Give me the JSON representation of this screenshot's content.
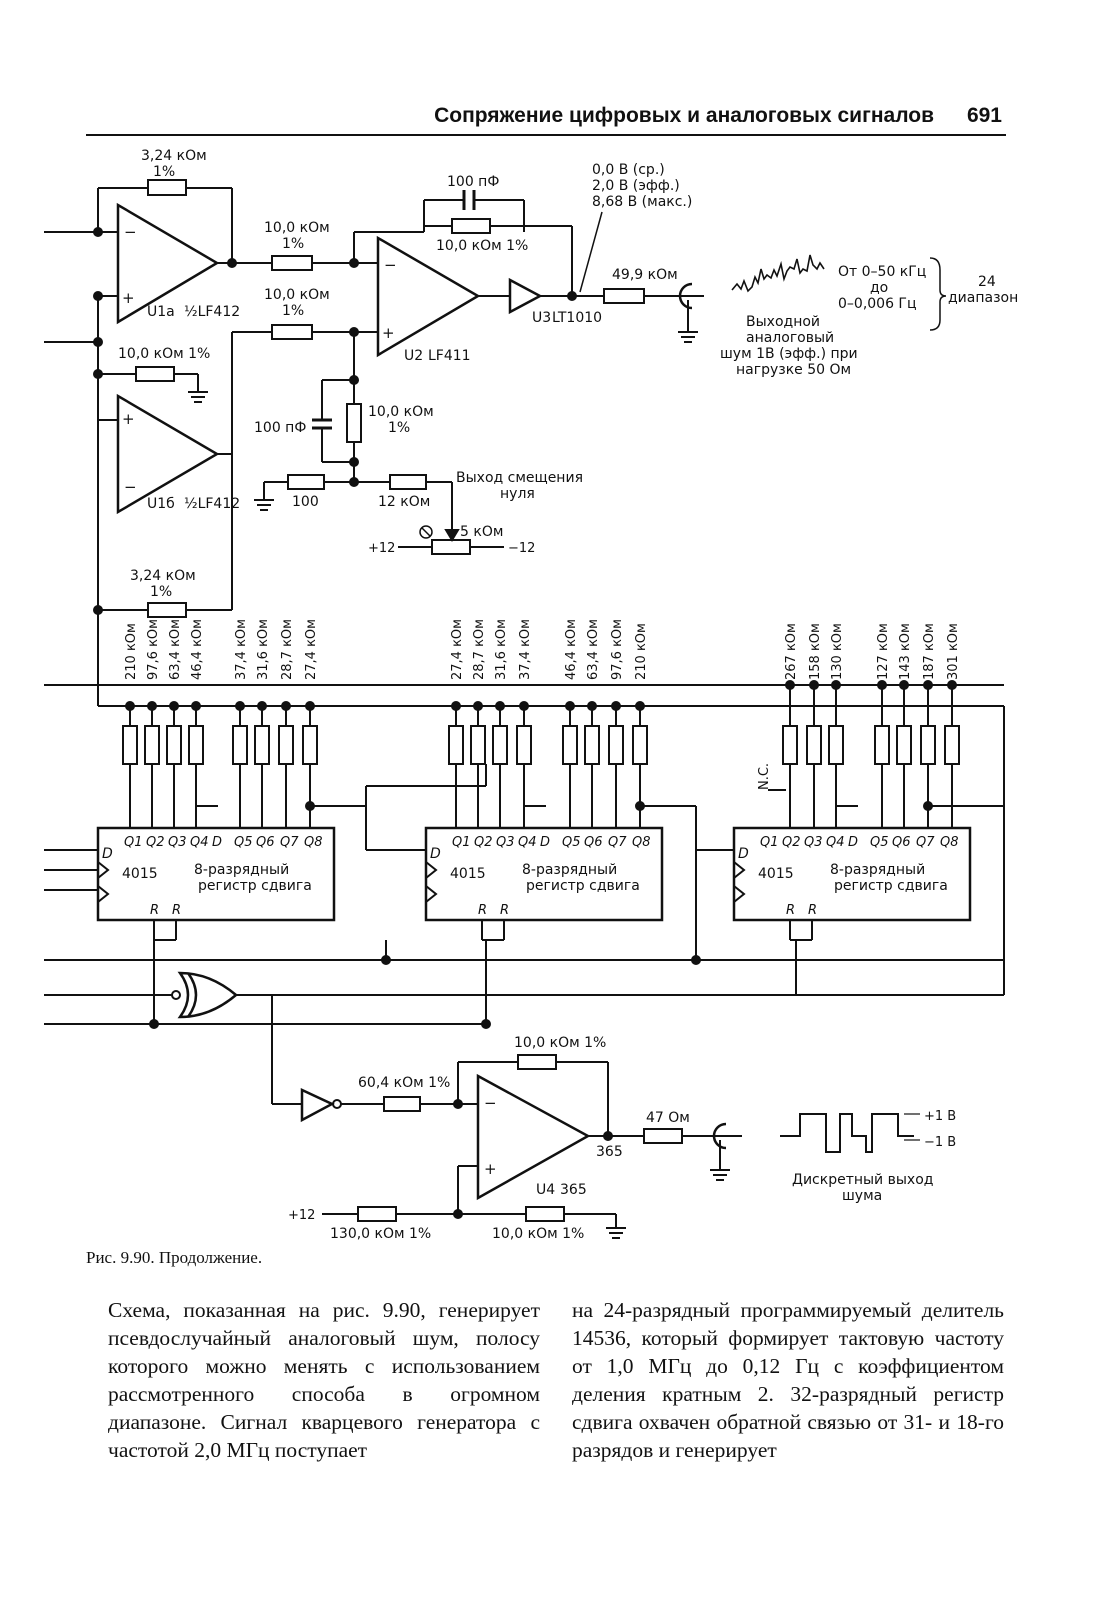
{
  "header": {
    "title": "Сопряжение цифровых и аналоговых сигналов",
    "page_number": "691"
  },
  "schematic": {
    "opamps": {
      "u1a": {
        "ref": "U1a",
        "part": "½LF412"
      },
      "u1b": {
        "ref": "U1б",
        "part": "½LF412"
      },
      "u2": {
        "ref": "U2",
        "part": "LF411"
      },
      "u3": {
        "ref": "U3",
        "part": "LT1010"
      },
      "u4": {
        "ref": "U4",
        "part": "365"
      }
    },
    "resistors": {
      "r_fb_top": [
        "3,24 кОм",
        "1%"
      ],
      "r_in_top": [
        "10,0 кОм",
        "1%"
      ],
      "r_in_bot": [
        "10,0 кОм",
        "1%"
      ],
      "r_fb_u2": "10,0 кОм 1%",
      "r_gnd": "10,0 кОм 1%",
      "r_div": [
        "10,0 кОм",
        "1%"
      ],
      "r_100": "100",
      "r_12k": "12 кОм",
      "pot": "5 кОм",
      "r_out": "49,9 кОм",
      "r_fb_bot": [
        "3,24 кОм",
        "1%"
      ],
      "r_u4_fb": "10,0 кОм 1%",
      "r_u4_in": "60,4 кОм 1%",
      "r_u4_out": "47 Ом",
      "r_u4_bias1": "130,0 кОм 1%",
      "r_u4_bias2": "10,0 кОм 1%"
    },
    "capacitors": {
      "c_u2": "100 пФ",
      "c_div": "100 пФ"
    },
    "supply": {
      "pos": "+12",
      "neg": "−12",
      "pos_u4": "+12"
    },
    "u4_out_pin": "365",
    "offset_label": [
      "Выход смещения",
      "нуля"
    ],
    "out_levels": [
      "0,0 В (ср.)",
      "2,0 В (эфф.)",
      "8,68 В (макс.)"
    ],
    "noise_note": {
      "bw": [
        "От 0–50 кГц",
        "до",
        "0–0,006 Гц"
      ],
      "ranges": [
        "24",
        "диапазон"
      ],
      "analog": [
        "Выходной",
        "аналоговый",
        "шум 1В (эфф.) при",
        "нагрузке 50 Ом"
      ]
    },
    "res_groups": [
      [
        "210 кОм",
        "97,6 кОм",
        "63,4 кОм",
        "46,4 кОм"
      ],
      [
        "37,4 кОм",
        "31,6 кОм",
        "28,7 кОм",
        "27,4 кОм"
      ],
      [
        "27,4 кОм",
        "28,7 кОм",
        "31,6 кОм",
        "37,4 кОм"
      ],
      [
        "46,4 кОм",
        "63,4 кОм",
        "97,6 кОм",
        "210 кОм"
      ],
      [
        "267 кОм",
        "158 кОм",
        "130 кОм"
      ],
      [
        "127 кОм",
        "143 кОм",
        "187 кОм",
        "301 кОм"
      ]
    ],
    "nc_label": "N.C.",
    "shift_register": {
      "part": "4015",
      "title": [
        "8-разрядный",
        "регистр сдвига"
      ],
      "outputs": [
        "Q1",
        "Q2",
        "Q3",
        "Q4",
        "D",
        "Q5",
        "Q6",
        "Q7",
        "Q8"
      ],
      "d": "D",
      "reset": [
        "R",
        "R"
      ]
    },
    "digital_out": {
      "levels": [
        "+1 В",
        "−1 В"
      ],
      "label": [
        "Дискретный выход",
        "шума"
      ]
    }
  },
  "caption": "Рис. 9.90. Продолжение.",
  "body": {
    "left": "Схема, показанная на рис. 9.90, генерирует псевдослучайный аналоговый шум, полосу которого можно менять с использованием рассмотренного способа в огромном диапазоне. Сигнал кварцевого генератора с частотой 2,0 МГц поступает",
    "right": "на 24-разрядный программируемый делитель 14536, который формирует тактовую частоту от 1,0 МГц до 0,12 Гц с коэффициентом деления кратным 2. 32-разрядный регистр сдвига охвачен обратной связью от 31- и 18-го разрядов и генерирует"
  }
}
